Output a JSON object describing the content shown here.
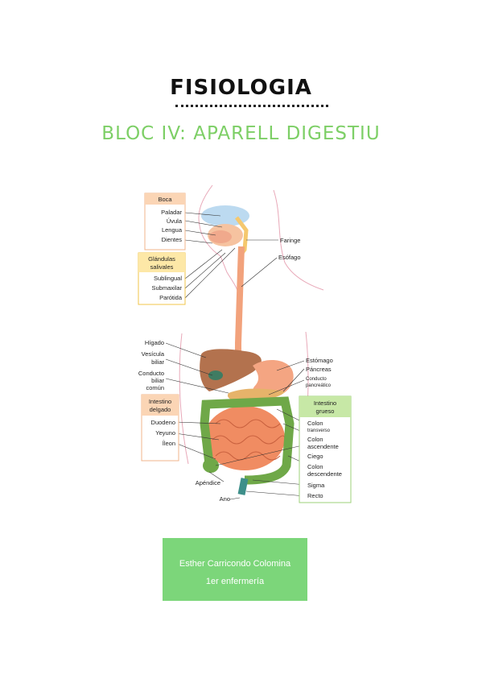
{
  "header": {
    "title": "FISIOLOGIA",
    "subtitle": "BLOC IV: APARELL DIGESTIU"
  },
  "diagram": {
    "boxes": {
      "boca": "Boca",
      "glandulas": [
        "Glándulas",
        "salivales"
      ],
      "intestino_delgado": [
        "Intestino",
        "delgado"
      ],
      "intestino_grueso": [
        "Intestino",
        "grueso"
      ]
    },
    "labels": {
      "paladar": "Paladar",
      "uvula": "Úvula",
      "lengua": "Lengua",
      "dientes": "Dientes",
      "sublingual": "Sublingual",
      "submaxilar": "Submaxilar",
      "parotida": "Parótida",
      "faringe": "Faringe",
      "esofago": "Esófago",
      "higado": "Hígado",
      "vesicula": [
        "Vesícula",
        "biliar"
      ],
      "conducto_biliar": [
        "Conducto",
        "biliar",
        "común"
      ],
      "estomago": "Estómago",
      "pancreas": "Páncreas",
      "conducto_pancreatico": [
        "Conducto",
        "pancreático"
      ],
      "duodeno": "Duodeno",
      "yeyuno": "Yeyuno",
      "ileon": "Íleon",
      "apendice": "Apéndice",
      "ano": "Ano",
      "colon_transverso": [
        "Colon",
        "transverso"
      ],
      "colon_ascendente": [
        "Colon",
        "ascendente"
      ],
      "ciego": "Ciego",
      "colon_descendente": [
        "Colon",
        "descendente"
      ],
      "sigma": "Sigma",
      "recto": "Recto"
    },
    "colors": {
      "box_orange": "#fbd5b5",
      "box_yellow": "#fde8a7",
      "box_green": "#c7e8a6",
      "esophagus": "#f2a27c",
      "liver": "#b3724e",
      "stomach": "#f4a582",
      "intestine": "#f08c62",
      "colon": "#6fa848",
      "body_outline": "#e8a8b8"
    }
  },
  "credit": {
    "name": "Esther Carricondo Colomina",
    "course": "1er  enfermería",
    "color": "#7cd67a"
  }
}
